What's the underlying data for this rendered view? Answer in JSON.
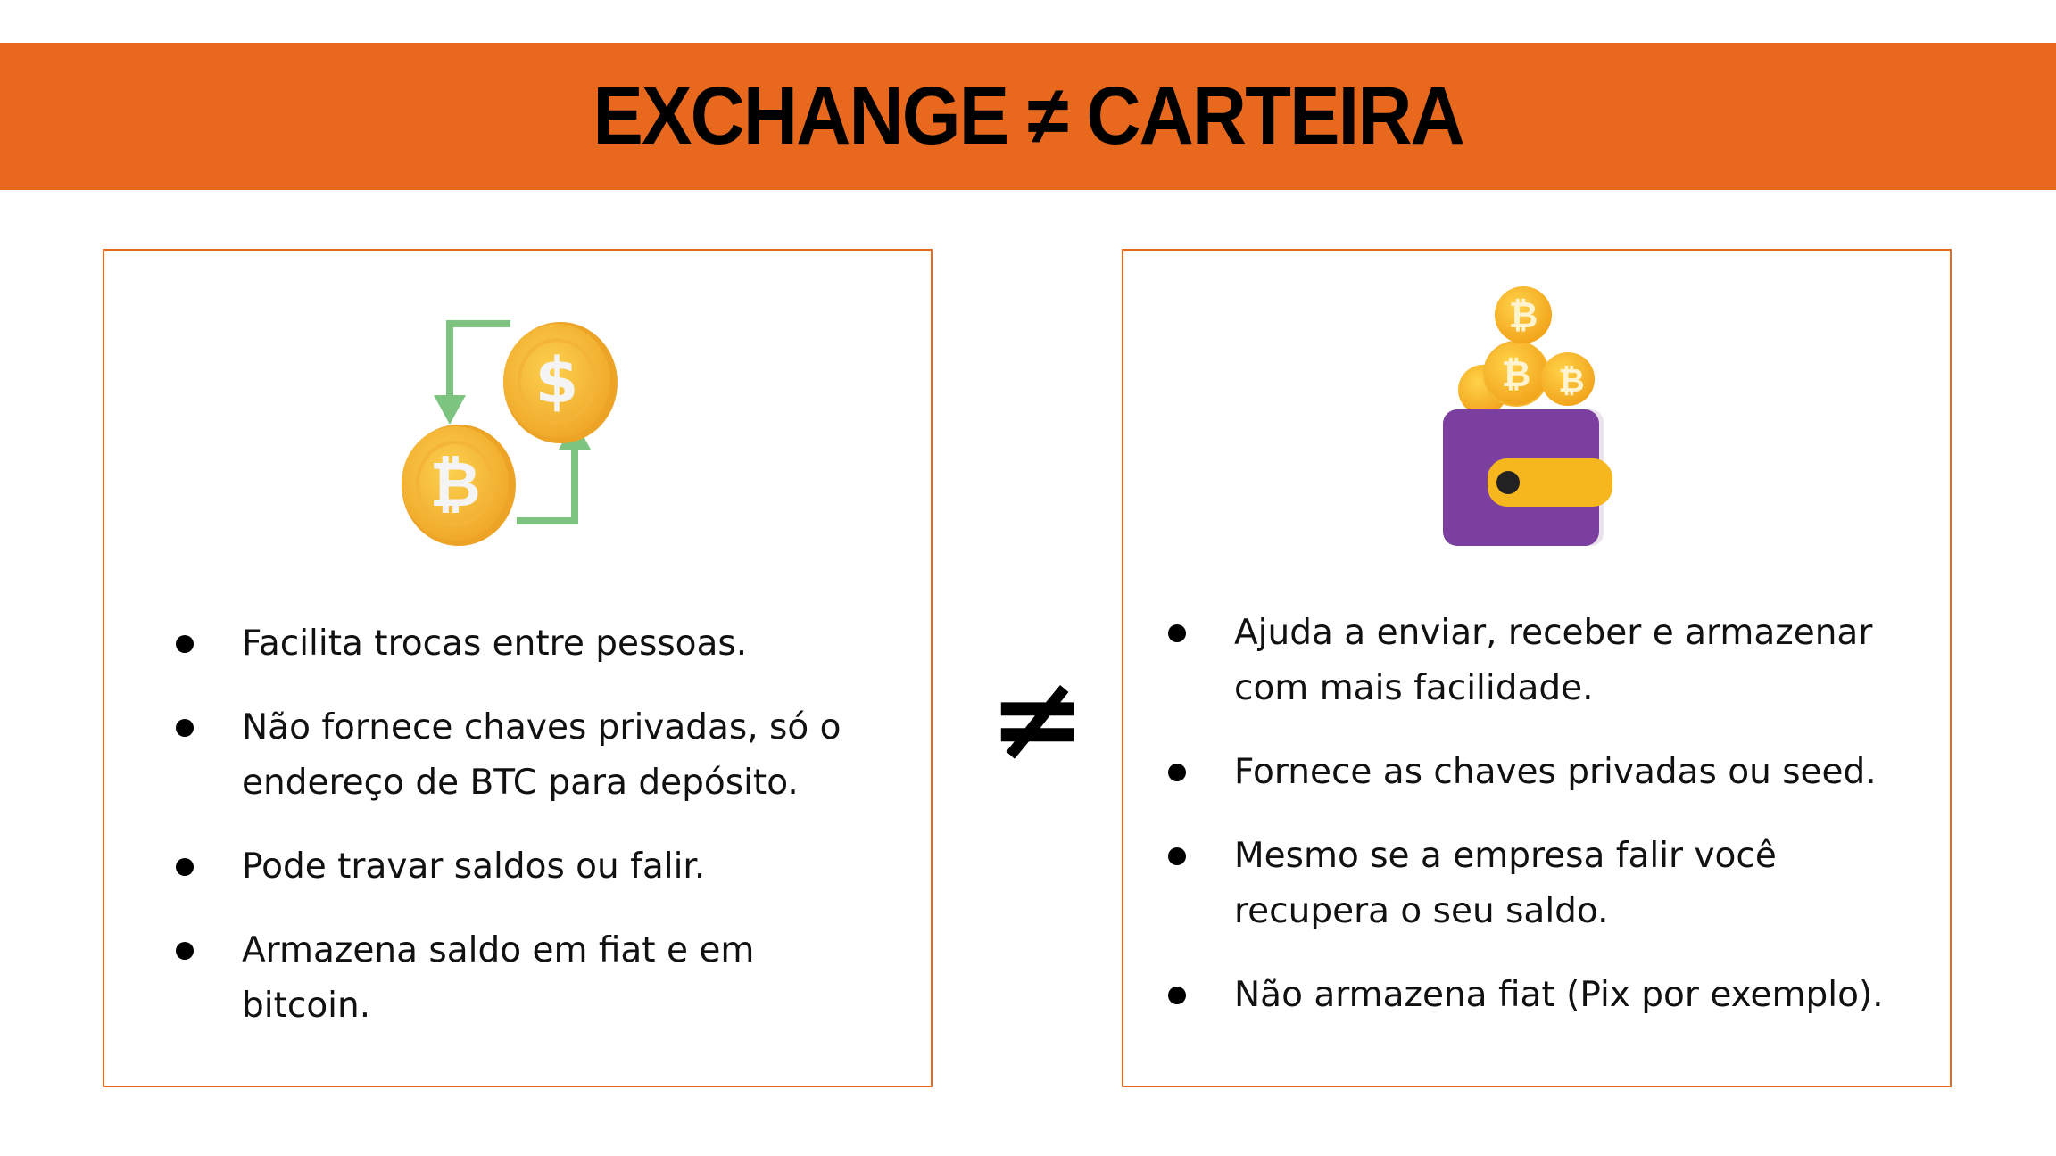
{
  "header": {
    "title": "EXCHANGE ≠ CARTEIRA"
  },
  "exchange": {
    "icon": "currency-exchange-icon",
    "items": [
      "Facilita trocas entre pessoas.",
      "Não fornece chaves privadas, só o endereço de BTC para depósito.",
      "Pode travar saldos ou falir.",
      "Armazena saldo em fiat e em bitcoin."
    ]
  },
  "separator": {
    "symbol": "≠"
  },
  "wallet": {
    "icon": "bitcoin-wallet-icon",
    "items": [
      "Ajuda a enviar, receber e armazenar com mais facilidade.",
      "Fornece as chaves privadas ou seed.",
      "Mesmo se a empresa falir você recupera o seu saldo.",
      "Não armazena fiat (Pix por exemplo)."
    ]
  },
  "colors": {
    "accent": "#E8691E",
    "coin": "#F5B731",
    "arrow": "#7CC47F",
    "wallet": "#7B3FA0"
  }
}
